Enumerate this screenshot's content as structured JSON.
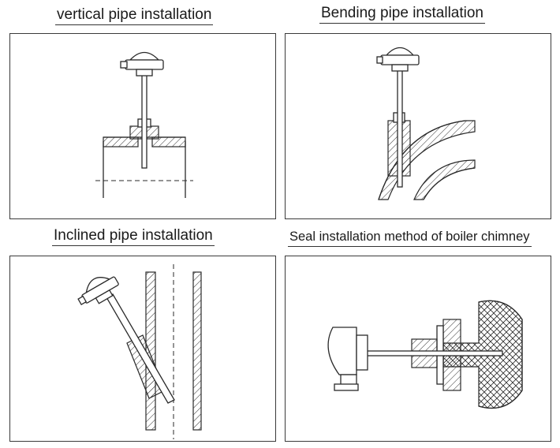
{
  "panels": [
    {
      "title": "vertical pipe installation"
    },
    {
      "title": "Bending pipe installation"
    },
    {
      "title": "Inclined pipe installation"
    },
    {
      "title": "Seal installation method of boiler chimney"
    }
  ],
  "colors": {
    "line": "#2a2a2a",
    "background": "#ffffff",
    "border": "#3a3a3a"
  },
  "icons": [
    "thermocouple-head-icon"
  ]
}
